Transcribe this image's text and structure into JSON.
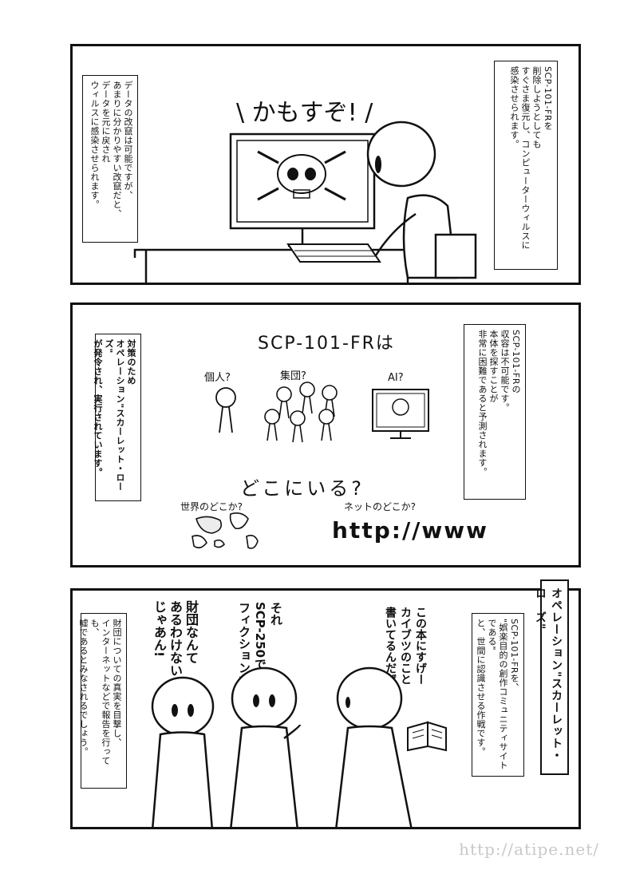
{
  "panel1": {
    "caption_right": [
      "SCP-101-FRを",
      "削除しようとしても",
      "すぐさま復元し、コンピューターウィルスに",
      "感染させられます。"
    ],
    "caption_left": [
      "データの改竄は可能ですが、",
      "あまりに分かりやすい改竄だと、",
      "データを元に戻され",
      "ウィルスに感染させられます。"
    ],
    "shout": "\\ かもすぞ! /"
  },
  "panel2": {
    "heading": "SCP-101-FRは",
    "label_person": "個人?",
    "label_group": "集団?",
    "label_ai": "AI?",
    "question": "どこにいる?",
    "label_world": "世界のどこか?",
    "label_net": "ネットのどこか?",
    "url_text": "http://www",
    "caption_right": [
      "SCP-101-FRの",
      "収容は不可能です。",
      "本体を探すことが",
      "非常に困難であると予測されます。"
    ],
    "caption_left": [
      "対策のため",
      "オペレーション\"スカーレット・ローズ\"",
      "が発令され、実行されています。"
    ]
  },
  "panel3": {
    "title": "オペレーション\"スカーレット・ローズ\"",
    "caption_right": [
      "SCP-101-FRを、",
      "\"娯楽目的の創作コミュニティサイトである\"",
      "と、世間に認識させる作戦です。"
    ],
    "caption_left": [
      "財団についての真実を目撃し、",
      "インターネットなどで報告を行っても、",
      "嘘であるとみなされるでしょう。"
    ],
    "speech_left": [
      "財団なんて",
      "あるわけない",
      "じゃあん!"
    ],
    "speech_middle": [
      "それ",
      "SCP-250でしょ?",
      "フィクションだよ"
    ],
    "speech_right": [
      "この本にすげー",
      "カイブツのこと",
      "書いてるんだぜ!"
    ]
  },
  "watermark": "http://atipe.net/"
}
